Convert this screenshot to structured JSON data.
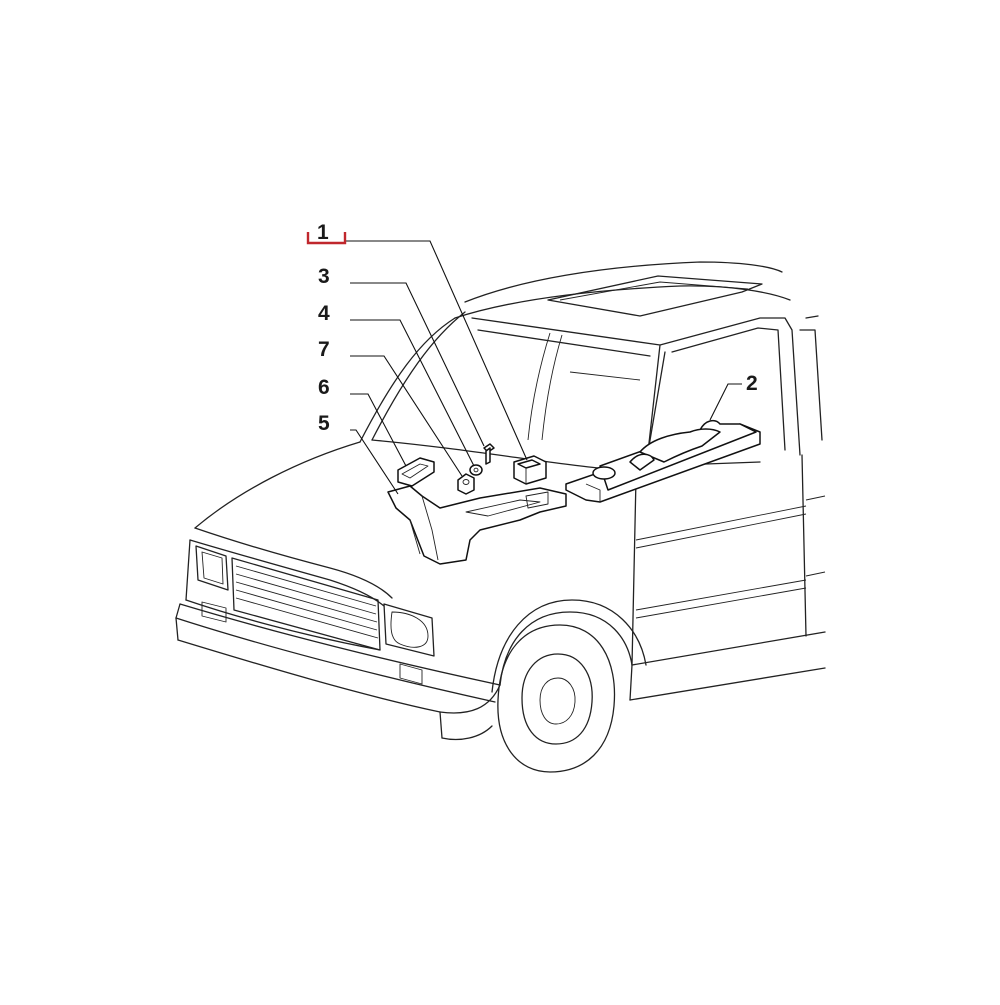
{
  "diagram": {
    "callouts": [
      {
        "id": "1",
        "label": "1",
        "highlighted": true
      },
      {
        "id": "2",
        "label": "2",
        "highlighted": false
      },
      {
        "id": "3",
        "label": "3",
        "highlighted": false
      },
      {
        "id": "4",
        "label": "4",
        "highlighted": false
      },
      {
        "id": "7",
        "label": "7",
        "highlighted": false
      },
      {
        "id": "6",
        "label": "6",
        "highlighted": false
      },
      {
        "id": "5",
        "label": "5",
        "highlighted": false
      }
    ]
  },
  "colors": {
    "highlight": "#c0272d",
    "line": "#222222",
    "background": "#ffffff"
  }
}
